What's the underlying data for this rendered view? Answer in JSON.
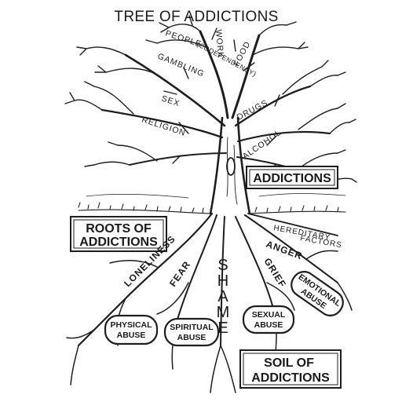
{
  "title": "TREE OF ADDICTIONS",
  "boxes": {
    "addictions": "ADDICTIONS",
    "roots_line1": "ROOTS OF",
    "roots_line2": "ADDICTIONS",
    "soil_line1": "SOIL OF",
    "soil_line2": "ADDICTIONS"
  },
  "branches": {
    "work": "WORK",
    "people": "PEOPLE",
    "codependency": "(CODEPENDENCY)",
    "food": "FOOD",
    "gambling": "GAMBLING",
    "sex": "SEX",
    "drugs": "DRUGS",
    "religion": "RELIGION",
    "alcohol": "ALCOHOL"
  },
  "roots": {
    "loneliness": "LONELINESS",
    "fear": "FEAR",
    "shame": "SHAME",
    "grief": "GRIEF",
    "anger": "ANGER",
    "hereditary_line1": "HEREDITARY",
    "hereditary_line2": "FACTORS"
  },
  "soil_items": {
    "physical_line1": "PHYSICAL",
    "physical_line2": "ABUSE",
    "spiritual_line1": "SPIRITUAL",
    "spiritual_line2": "ABUSE",
    "sexual_line1": "SEXUAL",
    "sexual_line2": "ABUSE",
    "emotional_line1": "EMOTIONAL",
    "emotional_line2": "ABUSE"
  },
  "colors": {
    "ink": "#1e1e1e",
    "paper": "#ffffff"
  }
}
